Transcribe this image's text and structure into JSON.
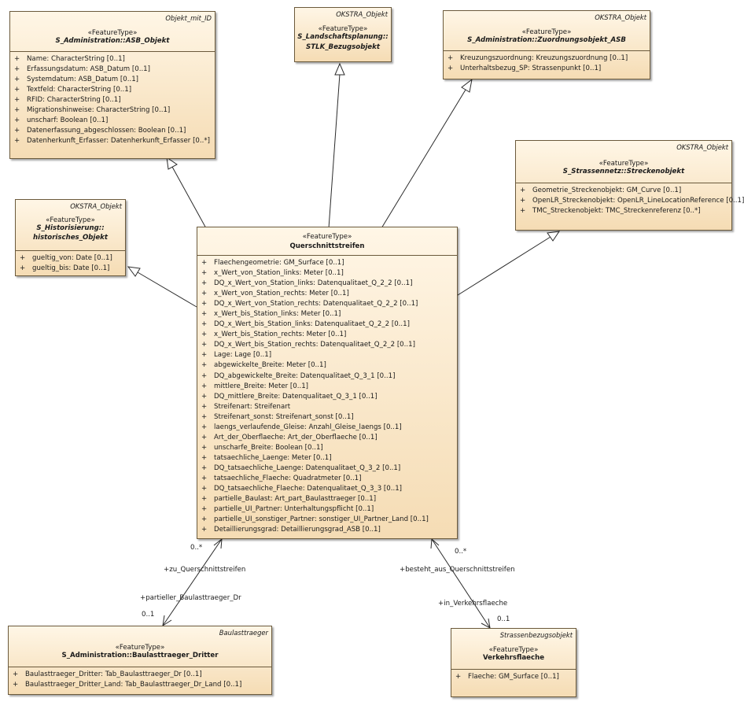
{
  "classes": {
    "asb_objekt": {
      "package": "Objekt_mit_ID",
      "stereotype": "«FeatureType»",
      "name": "S_Administration::ASB_Objekt",
      "attributes": [
        {
          "vis": "+",
          "text": "Name: CharacterString [0..1]"
        },
        {
          "vis": "+",
          "text": "Erfassungsdatum: ASB_Datum [0..1]"
        },
        {
          "vis": "+",
          "text": "Systemdatum: ASB_Datum [0..1]"
        },
        {
          "vis": "+",
          "text": "Textfeld: CharacterString [0..1]"
        },
        {
          "vis": "+",
          "text": "RFID: CharacterString [0..1]"
        },
        {
          "vis": "+",
          "text": "Migrationshinweise: CharacterString [0..1]"
        },
        {
          "vis": "+",
          "text": "unscharf: Boolean [0..1]"
        },
        {
          "vis": "+",
          "text": "Datenerfassung_abgeschlossen: Boolean [0..1]"
        },
        {
          "vis": "+",
          "text": "Datenherkunft_Erfasser: Datenherkunft_Erfasser [0..*]"
        }
      ]
    },
    "stlk": {
      "package": "OKSTRA_Objekt",
      "stereotype": "«FeatureType»",
      "name_line1": "S_Landschaftsplanung::",
      "name_line2": "STLK_Bezugsobjekt"
    },
    "zuordnung": {
      "package": "OKSTRA_Objekt",
      "stereotype": "«FeatureType»",
      "name": "S_Administration::Zuordnungsobjekt_ASB",
      "attributes": [
        {
          "vis": "+",
          "text": "Kreuzungszuordnung: Kreuzungszuordnung [0..1]"
        },
        {
          "vis": "+",
          "text": "Unterhaltsbezug_SP: Strassenpunkt [0..1]"
        }
      ]
    },
    "streckenobjekt": {
      "package": "OKSTRA_Objekt",
      "stereotype": "«FeatureType»",
      "name": "S_Strassennetz::Streckenobjekt",
      "attributes": [
        {
          "vis": "+",
          "text": "Geometrie_Streckenobjekt: GM_Curve [0..1]"
        },
        {
          "vis": "+",
          "text": "OpenLR_Streckenobjekt: OpenLR_LineLocationReference [0..1]"
        },
        {
          "vis": "+",
          "text": "TMC_Streckenobjekt: TMC_Streckenreferenz [0..*]"
        }
      ]
    },
    "historisch": {
      "package": "OKSTRA_Objekt",
      "stereotype": "«FeatureType»",
      "name_line1": "S_Historisierung::",
      "name_line2": "historisches_Objekt",
      "attributes": [
        {
          "vis": "+",
          "text": "gueltig_von: Date [0..1]"
        },
        {
          "vis": "+",
          "text": "gueltig_bis: Date [0..1]"
        }
      ]
    },
    "querschnitt": {
      "stereotype": "«FeatureType»",
      "name": "Querschnittstreifen",
      "attributes": [
        {
          "vis": "+",
          "text": "Flaechengeometrie: GM_Surface [0..1]"
        },
        {
          "vis": "+",
          "text": "x_Wert_von_Station_links: Meter [0..1]"
        },
        {
          "vis": "+",
          "text": "DQ_x_Wert_von_Station_links: Datenqualitaet_Q_2_2 [0..1]"
        },
        {
          "vis": "+",
          "text": "x_Wert_von_Station_rechts: Meter [0..1]"
        },
        {
          "vis": "+",
          "text": "DQ_x_Wert_von_Station_rechts: Datenqualitaet_Q_2_2 [0..1]"
        },
        {
          "vis": "+",
          "text": "x_Wert_bis_Station_links: Meter [0..1]"
        },
        {
          "vis": "+",
          "text": "DQ_x_Wert_bis_Station_links: Datenqualitaet_Q_2_2 [0..1]"
        },
        {
          "vis": "+",
          "text": "x_Wert_bis_Station_rechts: Meter [0..1]"
        },
        {
          "vis": "+",
          "text": "DQ_x_Wert_bis_Station_rechts: Datenqualitaet_Q_2_2 [0..1]"
        },
        {
          "vis": "+",
          "text": "Lage: Lage [0..1]"
        },
        {
          "vis": "+",
          "text": "abgewickelte_Breite: Meter [0..1]"
        },
        {
          "vis": "+",
          "text": "DQ_abgewickelte_Breite: Datenqualitaet_Q_3_1 [0..1]"
        },
        {
          "vis": "+",
          "text": "mittlere_Breite: Meter [0..1]"
        },
        {
          "vis": "+",
          "text": "DQ_mittlere_Breite: Datenqualitaet_Q_3_1 [0..1]"
        },
        {
          "vis": "+",
          "text": "Streifenart: Streifenart"
        },
        {
          "vis": "+",
          "text": "Streifenart_sonst: Streifenart_sonst [0..1]"
        },
        {
          "vis": "+",
          "text": "laengs_verlaufende_Gleise: Anzahl_Gleise_laengs [0..1]"
        },
        {
          "vis": "+",
          "text": "Art_der_Oberflaeche: Art_der_Oberflaeche [0..1]"
        },
        {
          "vis": "+",
          "text": "unscharfe_Breite: Boolean [0..1]"
        },
        {
          "vis": "+",
          "text": "tatsaechliche_Laenge: Meter [0..1]"
        },
        {
          "vis": "+",
          "text": "DQ_tatsaechliche_Laenge: Datenqualitaet_Q_3_2 [0..1]"
        },
        {
          "vis": "+",
          "text": "tatsaechliche_Flaeche: Quadratmeter [0..1]"
        },
        {
          "vis": "+",
          "text": "DQ_tatsaechliche_Flaeche: Datenqualitaet_Q_3_3 [0..1]"
        },
        {
          "vis": "+",
          "text": "partielle_Baulast: Art_part_Baulasttraeger [0..1]"
        },
        {
          "vis": "+",
          "text": "partielle_UI_Partner: Unterhaltungspflicht [0..1]"
        },
        {
          "vis": "+",
          "text": "partielle_UI_sonstiger_Partner: sonstiger_UI_Partner_Land [0..1]"
        },
        {
          "vis": "+",
          "text": "Detaillierungsgrad: Detaillierungsgrad_ASB [0..1]"
        }
      ]
    },
    "baulasttraeger": {
      "package": "Baulasttraeger",
      "stereotype": "«FeatureType»",
      "name": "S_Administration::Baulasttraeger_Dritter",
      "attributes": [
        {
          "vis": "+",
          "text": "Baulasttraeger_Dritter: Tab_Baulasttraeger_Dr [0..1]"
        },
        {
          "vis": "+",
          "text": "Baulasttraeger_Dritter_Land: Tab_Baulasttraeger_Dr_Land [0..1]"
        }
      ]
    },
    "verkehrsflaeche": {
      "package": "Strassenbezugsobjekt",
      "stereotype": "«FeatureType»",
      "name": "Verkehrsflaeche",
      "attributes": [
        {
          "vis": "+",
          "text": "Flaeche: GM_Surface [0..1]"
        }
      ]
    }
  },
  "associations": {
    "baulast": {
      "source_mult": "0..*",
      "source_role": "+zu_Querschnittstreifen",
      "target_role": "+partieller_Baulasttraeger_Dr",
      "target_mult": "0..1"
    },
    "verkehr": {
      "source_mult": "0..*",
      "source_role": "+besteht_aus_Querschnittstreifen",
      "target_role": "+in_Verkehrsflaeche",
      "target_mult": "0..1"
    }
  }
}
